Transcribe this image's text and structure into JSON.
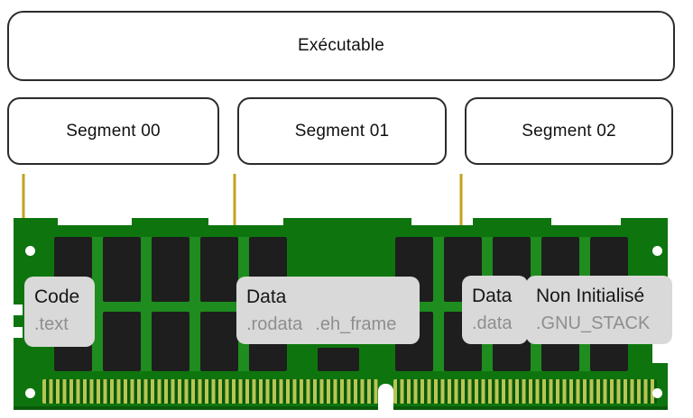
{
  "diagram": {
    "executable": {
      "label": "Exécutable"
    },
    "segments": [
      {
        "label": "Segment 00"
      },
      {
        "label": "Segment 01"
      },
      {
        "label": "Segment 02"
      }
    ],
    "ram_labels": [
      {
        "title": "Code",
        "sections": [
          ".text"
        ]
      },
      {
        "title": "Data",
        "sections": [
          ".rodata",
          ".eh_frame"
        ]
      },
      {
        "title": "Data",
        "sections": [
          ".data"
        ]
      },
      {
        "title": "Non Initialisé",
        "sections": [
          ".GNU_STACK"
        ]
      }
    ]
  },
  "colors": {
    "accent_arrow": "#c2a31d",
    "box_border": "#2b2b2b",
    "box_text": "#111111",
    "pcb_green": "#0e750e",
    "pcb_green_light": "#1e8c1e",
    "pcb_green_dark": "#0a5a0a",
    "chip_black": "#1e1e1e",
    "pin_gold": "#b8c554",
    "label_bg": "#d9d9d9",
    "label_text": "#161616",
    "label_secondary": "#8e8e8e"
  }
}
